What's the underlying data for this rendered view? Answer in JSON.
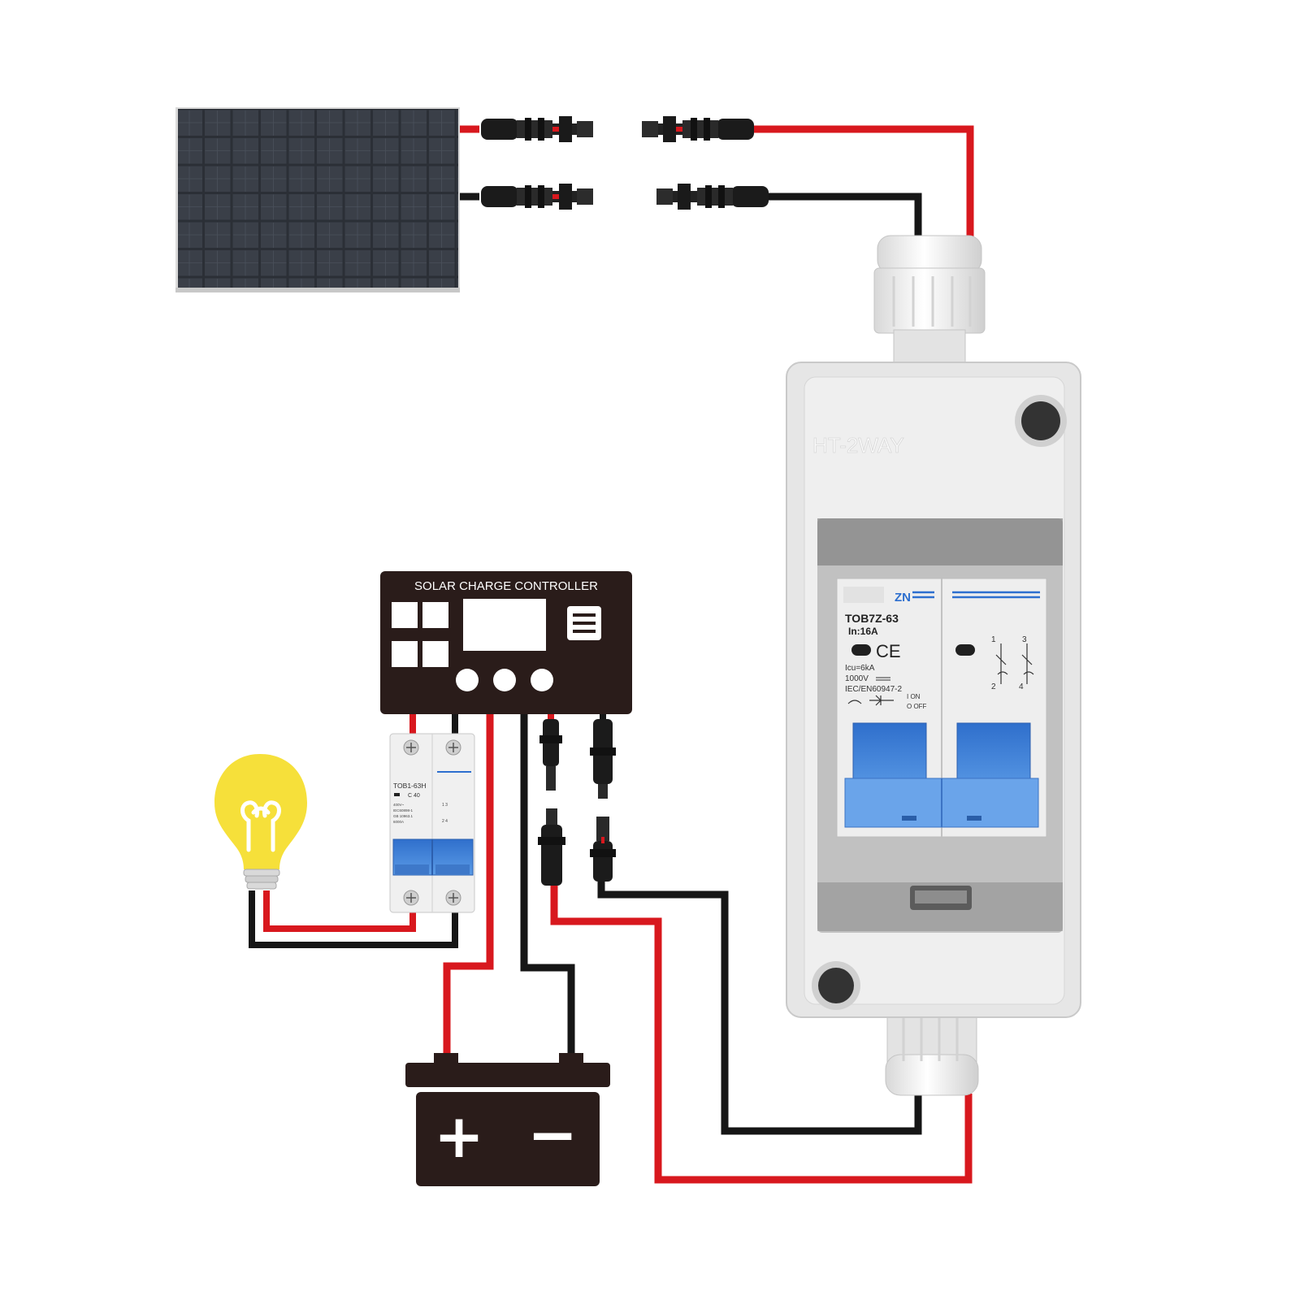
{
  "colors": {
    "wire_positive": "#d8181e",
    "wire_negative": "#161616",
    "breaker_blue": "#4f8fe0",
    "enclosure": "#e9e9e9",
    "controller_body": "#2a1c1a",
    "battery_body": "#2a1c1a",
    "bulb": "#f6e03a",
    "panel_cells": "#2b2f36"
  },
  "solar_panel": {
    "icon": "solar-panel-icon"
  },
  "connectors": {
    "icon": "mc4-connector-icon"
  },
  "enclosure": {
    "label": "HT-2WAY"
  },
  "dc_isolator": {
    "brand": "ZN",
    "model": "TOB7Z-63",
    "rating": "In:16A",
    "ce": "CE",
    "icu": "Icu=6kA",
    "voltage": "1000V",
    "standard": "IEC/EN60947-2",
    "on_label": "I ON",
    "off_label": "O OFF",
    "term_1": "1",
    "term_3": "3",
    "term_2": "2",
    "term_4": "4"
  },
  "controller": {
    "title": "SOLAR CHARGE CONTROLLER"
  },
  "load_breaker": {
    "model": "TOB1-63H",
    "curve": "C 40",
    "line1": "400V~",
    "line2": "IEC60898-1",
    "line3": "GB 10963.1",
    "line4": "6000A",
    "terms_top": "1  3",
    "terms_bot": "2  4"
  },
  "battery": {
    "positive_symbol": "+",
    "negative_symbol": "−"
  },
  "load": {
    "icon": "light-bulb-icon"
  }
}
